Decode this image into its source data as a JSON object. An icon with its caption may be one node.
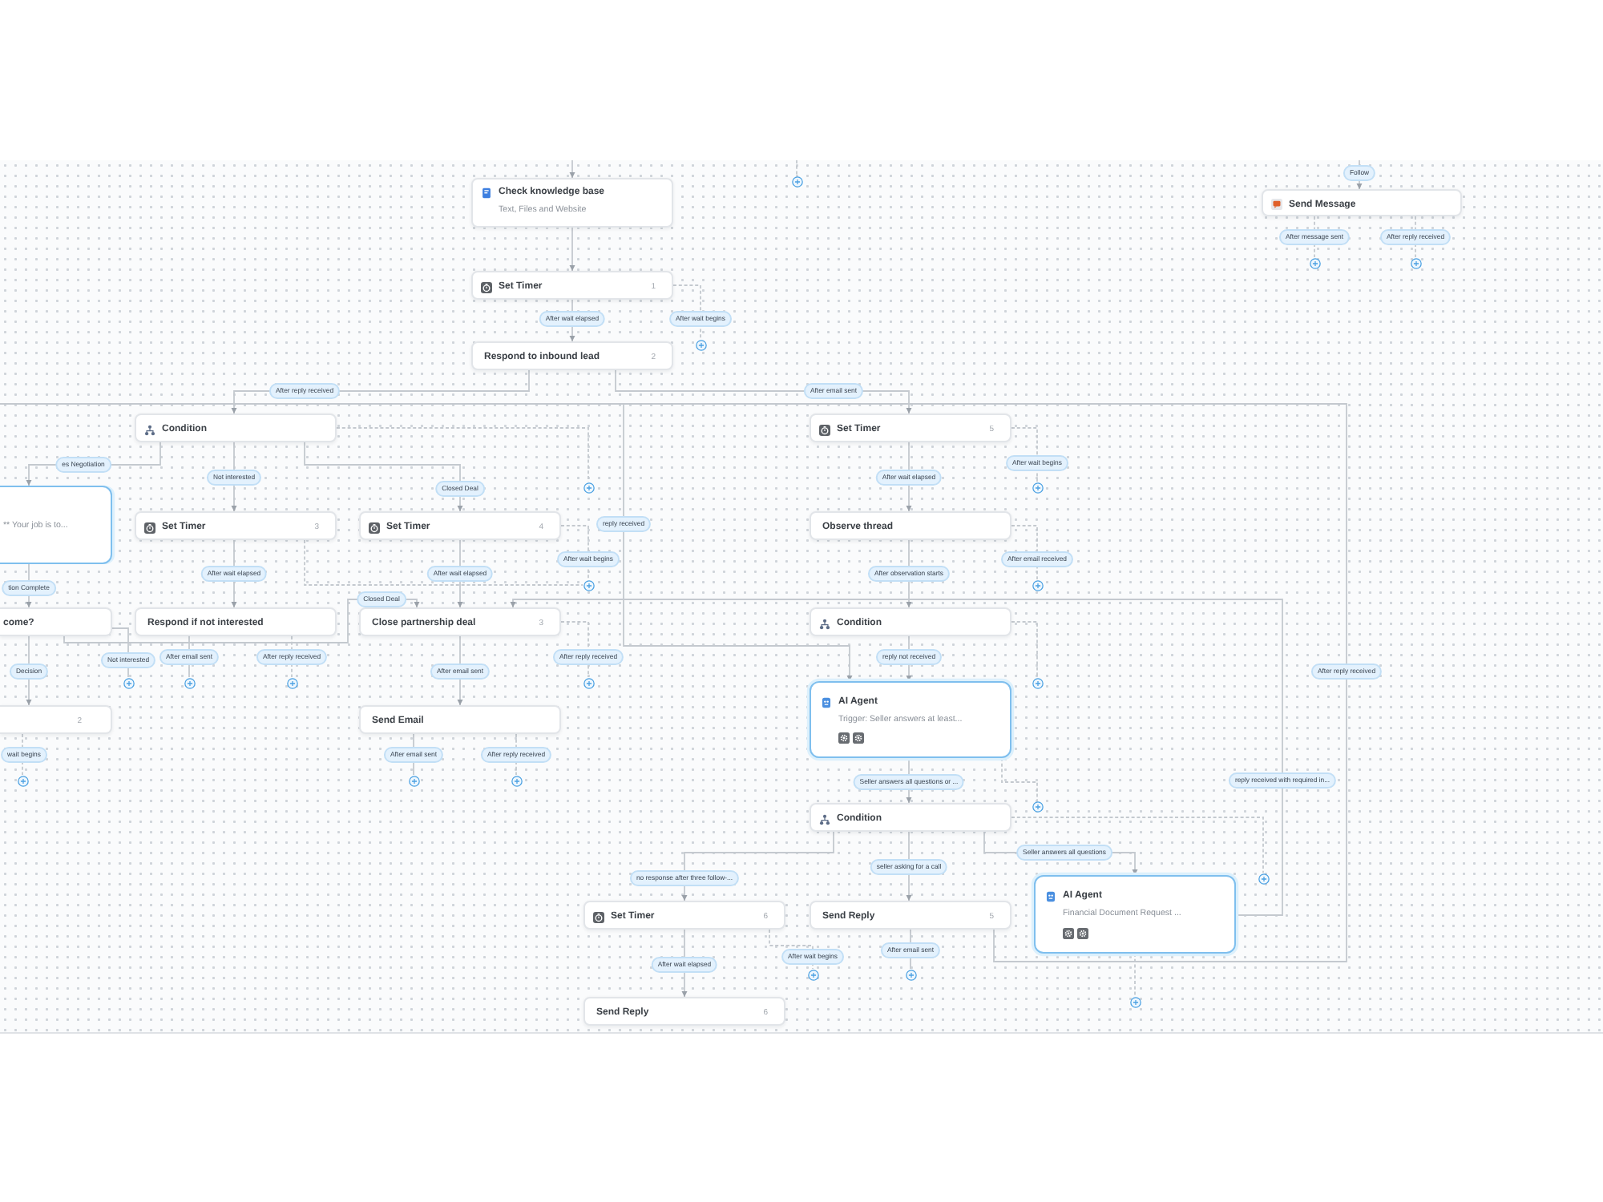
{
  "diagram": {
    "nodes": [
      {
        "text": [
          "Check knowledge base",
          "Text, Files and Website"
        ]
      },
      {
        "text": [
          "Set Timer",
          "1"
        ]
      },
      {
        "text": [
          "Respond to inbound lead",
          "2"
        ]
      },
      {
        "text": [
          "Condition"
        ]
      },
      {
        "text": [
          "** Your job is to..."
        ]
      },
      {
        "text": [
          "Set Timer",
          "3"
        ]
      },
      {
        "text": [
          "Set Timer",
          "4"
        ]
      },
      {
        "text": [
          "come?"
        ]
      },
      {
        "text": [
          "Respond if not interested"
        ]
      },
      {
        "text": [
          "Close partnership deal",
          "3"
        ]
      },
      {
        "text": [
          "2"
        ]
      },
      {
        "text": [
          "Send Email"
        ]
      },
      {
        "text": [
          "Set Timer",
          "5"
        ]
      },
      {
        "text": [
          "Observe thread"
        ]
      },
      {
        "text": [
          "Condition"
        ]
      },
      {
        "text": [
          "AI Agent",
          "Trigger: Seller answers at least..."
        ]
      },
      {
        "text": [
          "Condition"
        ]
      },
      {
        "text": [
          "Set Timer",
          "6"
        ]
      },
      {
        "text": [
          "Send Reply",
          "5"
        ]
      },
      {
        "text": [
          "AI Agent",
          "Financial Document Request ..."
        ]
      },
      {
        "text": [
          "Send Reply",
          "6"
        ]
      },
      {
        "text": [
          "Send Message"
        ]
      },
      {
        "text": [],
        "shape": "circle"
      },
      {
        "text": [],
        "shape": "circle"
      },
      {
        "text": [],
        "shape": "circle"
      },
      {
        "text": [],
        "shape": "circle"
      },
      {
        "text": [],
        "shape": "circle"
      },
      {
        "text": [],
        "shape": "circle"
      },
      {
        "text": [],
        "shape": "circle"
      },
      {
        "text": [],
        "shape": "circle"
      },
      {
        "text": [],
        "shape": "circle"
      },
      {
        "text": [],
        "shape": "circle"
      },
      {
        "text": [],
        "shape": "circle"
      },
      {
        "text": [],
        "shape": "circle"
      },
      {
        "text": [],
        "shape": "circle"
      },
      {
        "text": [],
        "shape": "circle"
      },
      {
        "text": [],
        "shape": "circle"
      },
      {
        "text": [],
        "shape": "circle"
      },
      {
        "text": [],
        "shape": "circle"
      },
      {
        "text": [],
        "shape": "circle"
      },
      {
        "text": [],
        "shape": "circle"
      },
      {
        "text": [],
        "shape": "circle"
      },
      {
        "text": [],
        "shape": "circle"
      }
    ],
    "edges": [
      {
        "from": null,
        "to": 0,
        "arrow": "to"
      },
      {
        "from": 0,
        "to": 1,
        "arrow": "to"
      },
      {
        "from": 1,
        "to": 2,
        "arrow": "to",
        "label": "After wait elapsed"
      },
      {
        "from": 1,
        "to": 23,
        "arrow": "none",
        "label": "After wait begins",
        "style": "dashed"
      },
      {
        "from": 2,
        "to": 3,
        "arrow": "to",
        "label": "After reply received"
      },
      {
        "from": 2,
        "to": 12,
        "arrow": "to",
        "label": "After email sent"
      },
      {
        "from": 3,
        "to": 4,
        "arrow": "to",
        "label": "es Negotiation"
      },
      {
        "from": 3,
        "to": 5,
        "arrow": "to",
        "label": "Not interested"
      },
      {
        "from": 3,
        "to": 6,
        "arrow": "to",
        "label": "Closed Deal"
      },
      {
        "from": 3,
        "to": 24,
        "arrow": "none",
        "style": "dashed"
      },
      {
        "from": 5,
        "to": 8,
        "arrow": "to",
        "label": "After wait elapsed"
      },
      {
        "from": 5,
        "to": 26,
        "arrow": "none",
        "style": "dashed"
      },
      {
        "from": 6,
        "to": 9,
        "arrow": "to",
        "label": "After wait elapsed"
      },
      {
        "from": 6,
        "to": 26,
        "arrow": "none",
        "label": "After wait begins",
        "style": "dashed"
      },
      {
        "from": 4,
        "to": 7,
        "arrow": "to",
        "label": "tion Complete"
      },
      {
        "from": 7,
        "to": 10,
        "arrow": "to",
        "label": "Decision"
      },
      {
        "from": 7,
        "to": 30,
        "arrow": "none",
        "label": "Not interested"
      },
      {
        "from": 7,
        "to": 9,
        "arrow": "to",
        "label": "Closed Deal"
      },
      {
        "from": 8,
        "to": 31,
        "arrow": "none",
        "label": "After email sent"
      },
      {
        "from": 8,
        "to": 32,
        "arrow": "none",
        "label": "After reply received",
        "style": "dashed"
      },
      {
        "from": 9,
        "to": 11,
        "arrow": "to",
        "label": "After email sent"
      },
      {
        "from": 9,
        "to": 33,
        "arrow": "none",
        "label": "After reply received",
        "style": "dashed"
      },
      {
        "from": 10,
        "to": 35,
        "arrow": "none",
        "label": "wait begins",
        "style": "dashed"
      },
      {
        "from": 11,
        "to": 36,
        "arrow": "none",
        "label": "After email sent"
      },
      {
        "from": 11,
        "to": 37,
        "arrow": "none",
        "label": "After reply received",
        "style": "dashed"
      },
      {
        "from": 12,
        "to": 13,
        "arrow": "to",
        "label": "After wait elapsed"
      },
      {
        "from": 12,
        "to": 25,
        "arrow": "none",
        "label": "After wait begins",
        "style": "dashed"
      },
      {
        "from": 13,
        "to": 14,
        "arrow": "to",
        "label": "After observation starts"
      },
      {
        "from": 13,
        "to": 27,
        "arrow": "none",
        "label": "After email received",
        "style": "dashed"
      },
      {
        "from": 14,
        "to": 15,
        "arrow": "to",
        "label": "reply not received"
      },
      {
        "from": 14,
        "to": 34,
        "arrow": "none",
        "style": "dashed"
      },
      {
        "from": null,
        "to": 15,
        "arrow": "to",
        "label": "reply received"
      },
      {
        "from": 15,
        "to": 16,
        "arrow": "to",
        "label": "Seller answers all questions or ..."
      },
      {
        "from": 15,
        "to": 38,
        "arrow": "none",
        "style": "dashed"
      },
      {
        "from": 16,
        "to": 17,
        "arrow": "to",
        "label": "no response after three follow-..."
      },
      {
        "from": 16,
        "to": 18,
        "arrow": "to",
        "label": "seller asking for a call"
      },
      {
        "from": 16,
        "to": 19,
        "arrow": "to",
        "label": "Seller answers all questions"
      },
      {
        "from": 16,
        "to": 39,
        "arrow": "none",
        "style": "dashed"
      },
      {
        "from": 17,
        "to": 20,
        "arrow": "to",
        "label": "After wait elapsed"
      },
      {
        "from": 17,
        "to": 40,
        "arrow": "none",
        "label": "After wait begins",
        "style": "dashed"
      },
      {
        "from": 18,
        "to": 41,
        "arrow": "none",
        "label": "After email sent"
      },
      {
        "from": 19,
        "to": 42,
        "arrow": "none",
        "style": "dashed"
      },
      {
        "from": 18,
        "to": null,
        "arrow": "none",
        "label": "After reply received"
      },
      {
        "from": 19,
        "to": 9,
        "arrow": "to",
        "label": "reply received with required in..."
      },
      {
        "from": 21,
        "to": 28,
        "arrow": "none",
        "label": "After message sent",
        "style": "dashed"
      },
      {
        "from": 21,
        "to": 29,
        "arrow": "none",
        "label": "After reply received",
        "style": "dashed"
      },
      {
        "from": null,
        "to": 21,
        "arrow": "to",
        "label": "Follow"
      },
      {
        "from": null,
        "to": 22,
        "arrow": "none",
        "style": "dashed"
      }
    ]
  }
}
